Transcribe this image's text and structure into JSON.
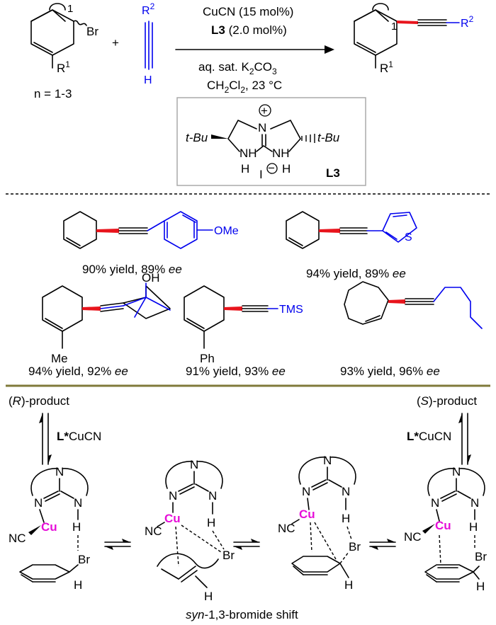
{
  "reaction": {
    "reactant_halide": {
      "substituent_top": "1",
      "leaving_group": "Br",
      "substituent_r1": "R",
      "r1_sup": "1",
      "ring_size_note": "n = 1-3"
    },
    "plus": "+",
    "alkyne": {
      "substituent": "R",
      "sup": "2",
      "terminal_h": "H"
    },
    "conditions": {
      "catalyst_prefix": "CuCN (15 mol%)",
      "ligand_label": "L3",
      "ligand_loading": "(2.0 mol%)",
      "base_pre": "aq. sat. K",
      "base_sub": "2",
      "base_post": "CO",
      "base_sub2": "3",
      "solvent_pre": "CH",
      "solvent_sub": "2",
      "solvent_mid": "Cl",
      "solvent_sub2": "2",
      "solvent_post": ", 23 °C"
    },
    "product": {
      "subscript": "1",
      "r1": "R",
      "r1_sup": "1",
      "r2": "R",
      "r2_sup": "2"
    }
  },
  "ligand": {
    "left_group": "t-Bu",
    "right_group": "t-Bu",
    "charge": "+",
    "counter_ion": "I",
    "counter_charge": "−",
    "n_top": "N",
    "nh_left": "NH",
    "nh_right": "NH",
    "h_left": "H",
    "h_right": "H",
    "label": "L3"
  },
  "examples": [
    {
      "yield_text": "90% yield, 89% ",
      "ee": "ee",
      "group": "OMe"
    },
    {
      "yield_text": "94% yield, 89% ",
      "ee": "ee",
      "group": "S"
    },
    {
      "yield_text": "94% yield, 92% ",
      "ee": "ee",
      "group": "OH",
      "sub": "Me"
    },
    {
      "yield_text": "91% yield, 93% ",
      "ee": "ee",
      "group": "TMS",
      "sub": "Ph"
    },
    {
      "yield_text": "93% yield, 96% ",
      "ee": "ee"
    }
  ],
  "mechanism": {
    "r_product": {
      "open": "(",
      "letter": "R",
      "close": ")-product"
    },
    "s_product": {
      "open": "(",
      "letter": "S",
      "close": ")-product"
    },
    "catalyst_left": {
      "bold": "L*",
      "rest": "CuCN"
    },
    "catalyst_right": {
      "bold": "L*",
      "rest": "CuCN"
    },
    "atoms": {
      "n": "N",
      "h": "H",
      "cu": "Cu",
      "nc": "NC",
      "br": "Br"
    },
    "caption_italic": "syn",
    "caption_rest": "-1,3-bromide shift"
  }
}
